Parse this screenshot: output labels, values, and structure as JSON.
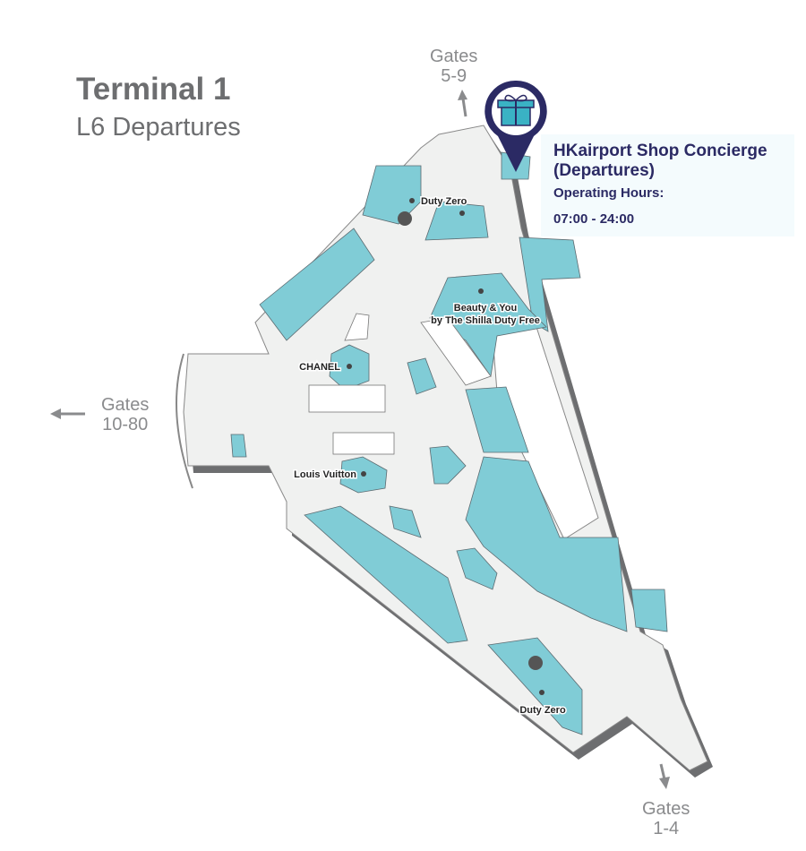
{
  "header": {
    "title": "Terminal 1",
    "subtitle": "L6 Departures"
  },
  "gates": [
    {
      "label_line1": "Gates",
      "label_line2": "5-9"
    },
    {
      "label_line1": "Gates",
      "label_line2": "10-80"
    },
    {
      "label_line1": "Gates",
      "label_line2": "1-4"
    }
  ],
  "poi": {
    "icon": "gift-icon",
    "name": "HKairport Shop Concierge (Departures)",
    "hours_label": "Operating Hours:",
    "hours": "07:00 - 24:00",
    "color": "#2b2a64"
  },
  "shops": [
    {
      "label": "Duty Zero"
    },
    {
      "label": "Beauty & You"
    },
    {
      "label": "by The Shilla Duty Free"
    },
    {
      "label": "CHANEL"
    },
    {
      "label": "Louis Vuitton"
    },
    {
      "label": "Duty Zero"
    }
  ],
  "colors": {
    "shop": "#80ccd6",
    "floor": "#f0f1f0",
    "wall": "#6d6e70"
  }
}
